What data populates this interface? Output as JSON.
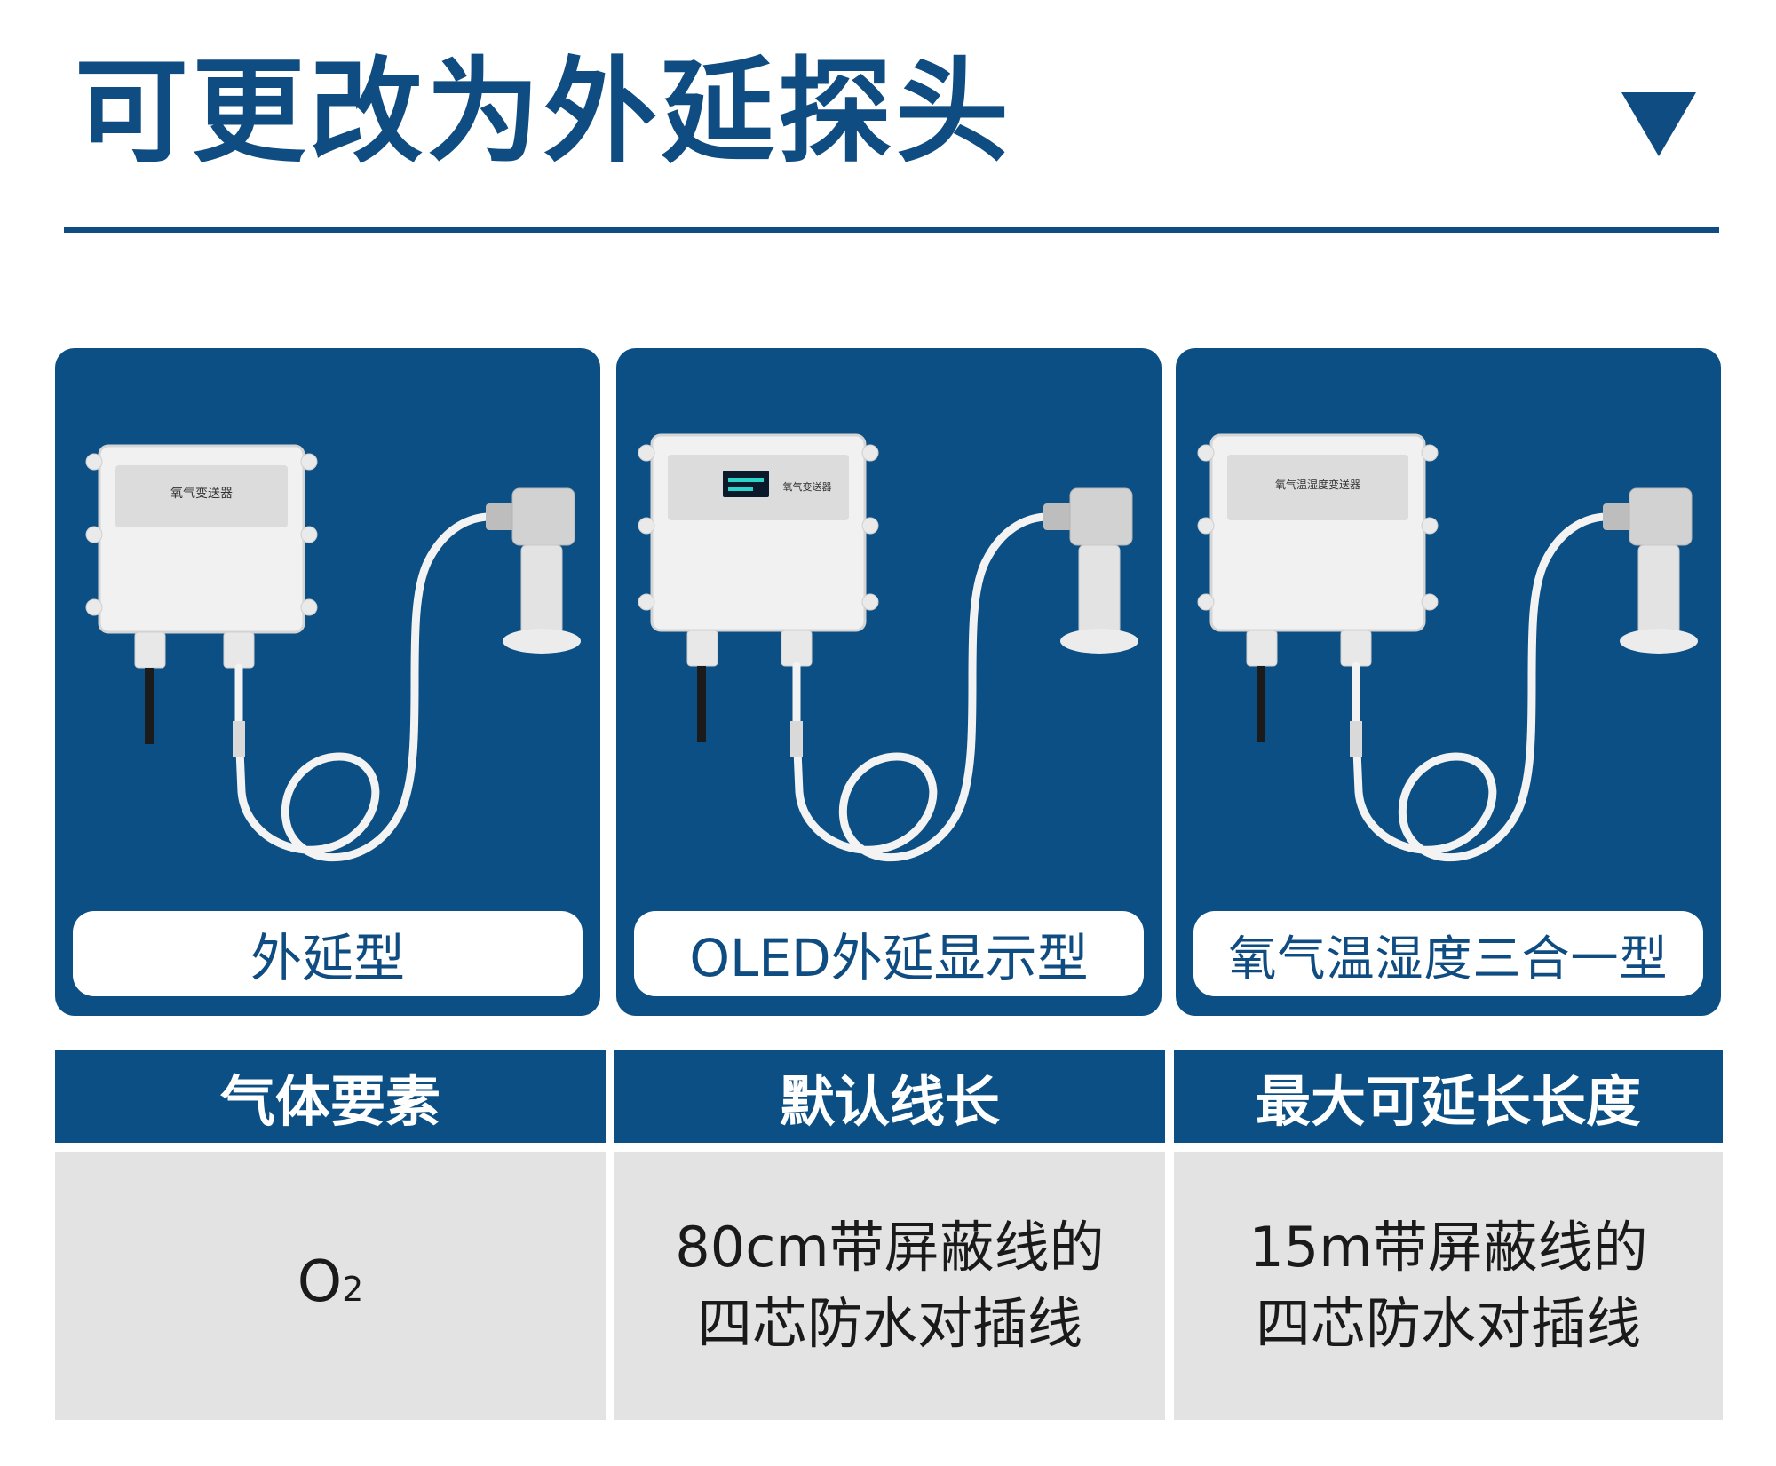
{
  "header": {
    "title": "可更改为外延探头"
  },
  "cards": [
    {
      "label": "外延型",
      "device_label": "氧气变送器"
    },
    {
      "label": "OLED外延显示型",
      "device_label": "氧气变送器"
    },
    {
      "label": "氧气温湿度三合一型",
      "device_label": "氧气温湿度变送器"
    }
  ],
  "table": {
    "headers": [
      "气体要素",
      "默认线长",
      "最大可延长长度"
    ],
    "row": {
      "gas_main": "O",
      "gas_sub": "2",
      "default_line_1": "80cm带屏蔽线的",
      "default_line_2": "四芯防水对插线",
      "max_line_1": "15m带屏蔽线的",
      "max_line_2": "四芯防水对插线"
    }
  },
  "colors": {
    "brand_blue": "#0b4f84",
    "header_blue": "#0f4c81",
    "cell_gray": "#e3e3e3"
  }
}
